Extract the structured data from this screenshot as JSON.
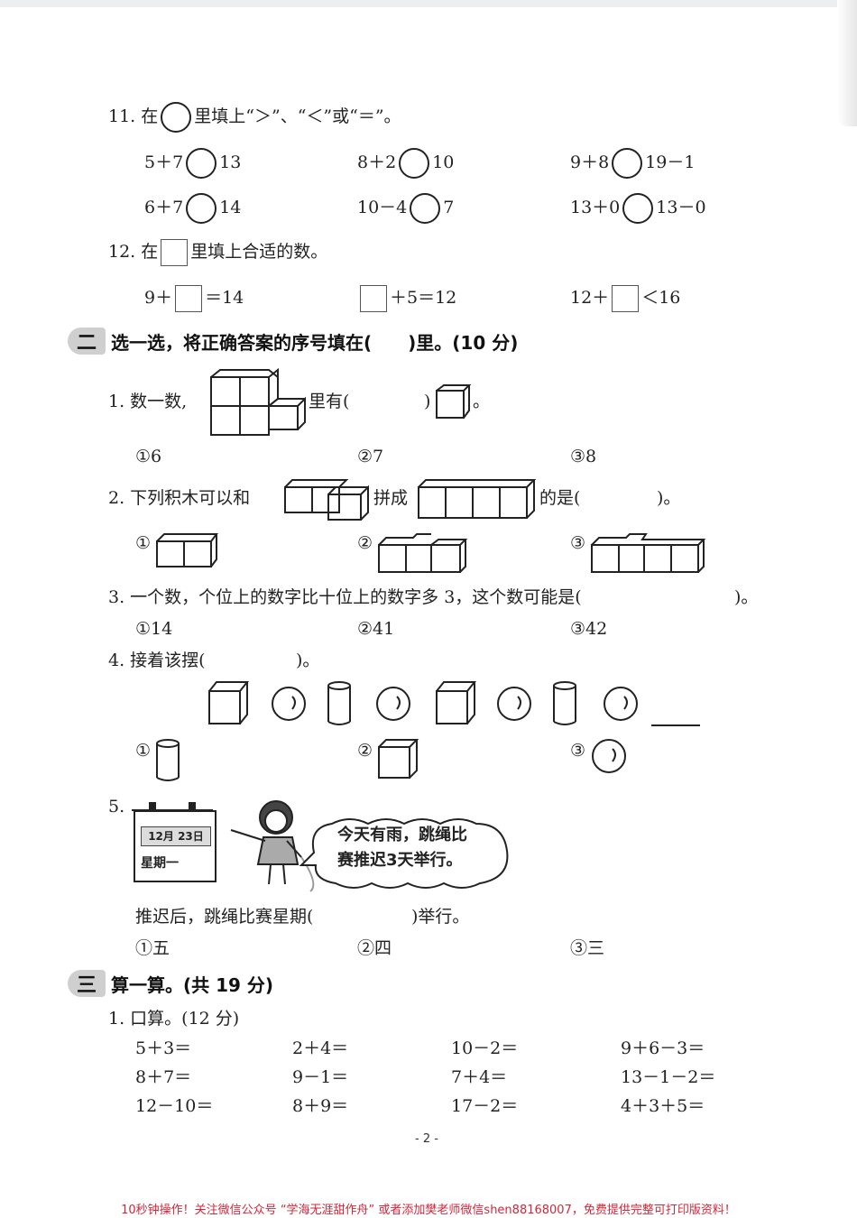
{
  "q11": {
    "title_prefix": "11. 在",
    "title_suffix": "里填上“＞”、“＜”或“＝”。",
    "row1": [
      {
        "left": "5＋7",
        "right": "13"
      },
      {
        "left": "8＋2",
        "right": "10"
      },
      {
        "left": "9＋8",
        "right": "19－1"
      }
    ],
    "row2": [
      {
        "left": "6＋7",
        "right": "14"
      },
      {
        "left": "10－4",
        "right": "7"
      },
      {
        "left": "13＋0",
        "right": "13－0"
      }
    ]
  },
  "q12": {
    "title_prefix": "12. 在",
    "title_suffix": "里填上合适的数。",
    "items": [
      {
        "left": "9＋",
        "right": "＝14"
      },
      {
        "left": "",
        "right": "＋5＝12"
      },
      {
        "left": "12＋",
        "right": "＜16"
      }
    ]
  },
  "section2": {
    "badge": "二",
    "title": "选一选，将正确答案的序号填在(　　)里。(10 分)",
    "q1": {
      "prefix": "1. 数一数,",
      "middle": "里有(",
      "suffix": ")",
      "end": "。",
      "options": [
        "①6",
        "②7",
        "③8"
      ]
    },
    "q2": {
      "prefix": "2. 下列积木可以和",
      "middle": "拼成",
      "suffix": "的是(",
      "end": ")。",
      "options": [
        "①",
        "②",
        "③"
      ]
    },
    "q3": {
      "text": "3. 一个数，个位上的数字比十位上的数字多 3，这个数可能是(",
      "end": ")。",
      "options": [
        "①14",
        "②41",
        "③42"
      ]
    },
    "q4": {
      "text": "4. 接着该摆(",
      "end": ")。",
      "options": [
        "①",
        "②",
        "③"
      ]
    },
    "q5": {
      "num": "5.",
      "calendar_date": "12月 23日",
      "calendar_week": "星期一",
      "speech_line1": "今天有雨，跳绳比",
      "speech_line2": "赛推迟3天举行。",
      "question": "推迟后，跳绳比赛星期(",
      "question_end": ")举行。",
      "options": [
        "①五",
        "②四",
        "③三"
      ]
    }
  },
  "section3": {
    "badge": "三",
    "title": "算一算。(共 19 分)",
    "q1_title": "1. 口算。(12 分)",
    "rows": [
      [
        "5＋3＝",
        "2＋4＝",
        "10－2＝",
        "9＋6－3＝"
      ],
      [
        "8＋7＝",
        "9－1＝",
        "7＋4＝",
        "13－1－2＝"
      ],
      [
        "12－10＝",
        "8＋9＝",
        "17－2＝",
        "4＋3＋5＝"
      ]
    ]
  },
  "page_number": "- 2 -",
  "footer": "10秒钟操作！关注微信公众号 “学海无涯甜作舟” 或者添加樊老师微信shen88168007，免费提供完整可打印版资料！"
}
